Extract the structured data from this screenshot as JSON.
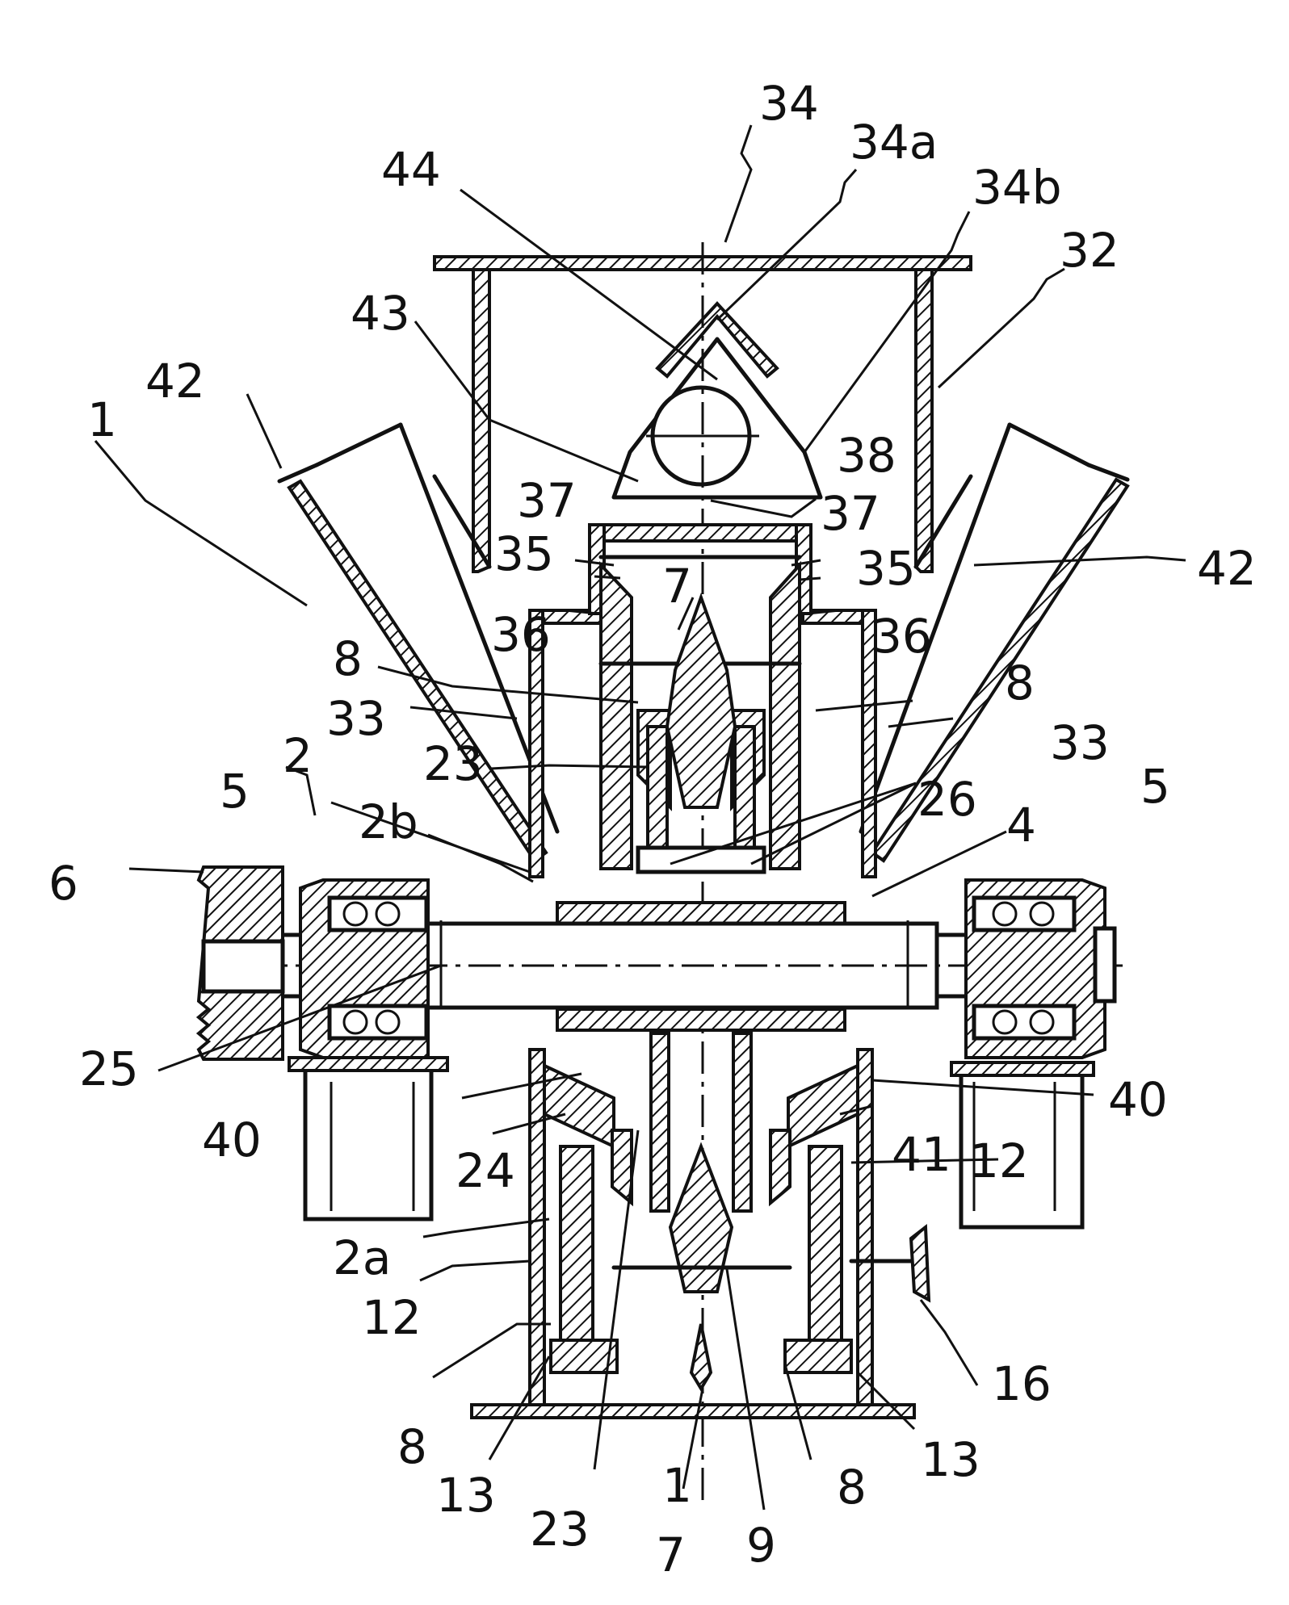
{
  "drawing": {
    "labels": [
      {
        "id": "34-top",
        "text": "34"
      },
      {
        "id": "34a",
        "text": "34a"
      },
      {
        "id": "44",
        "text": "44"
      },
      {
        "id": "34b",
        "text": "34b"
      },
      {
        "id": "32",
        "text": "32"
      },
      {
        "id": "43",
        "text": "43"
      },
      {
        "id": "42-left",
        "text": "42"
      },
      {
        "id": "1-top",
        "text": "1"
      },
      {
        "id": "38",
        "text": "38"
      },
      {
        "id": "37-left",
        "text": "37"
      },
      {
        "id": "37-right",
        "text": "37"
      },
      {
        "id": "35-left",
        "text": "35"
      },
      {
        "id": "35-right",
        "text": "35"
      },
      {
        "id": "42-right",
        "text": "42"
      },
      {
        "id": "7-upper",
        "text": "7"
      },
      {
        "id": "36-left",
        "text": "36"
      },
      {
        "id": "36-right",
        "text": "36"
      },
      {
        "id": "8-upper-left",
        "text": "8"
      },
      {
        "id": "8-upper-right",
        "text": "8"
      },
      {
        "id": "33-left",
        "text": "33"
      },
      {
        "id": "33-right",
        "text": "33"
      },
      {
        "id": "23-upper",
        "text": "23"
      },
      {
        "id": "2",
        "text": "2"
      },
      {
        "id": "5-left",
        "text": "5"
      },
      {
        "id": "5-right",
        "text": "5"
      },
      {
        "id": "26",
        "text": "26"
      },
      {
        "id": "2b",
        "text": "2b"
      },
      {
        "id": "4",
        "text": "4"
      },
      {
        "id": "6",
        "text": "6"
      },
      {
        "id": "25",
        "text": "25"
      },
      {
        "id": "40-left",
        "text": "40"
      },
      {
        "id": "40-right",
        "text": "40"
      },
      {
        "id": "24",
        "text": "24"
      },
      {
        "id": "41",
        "text": "41"
      },
      {
        "id": "12-right",
        "text": "12"
      },
      {
        "id": "2a",
        "text": "2a"
      },
      {
        "id": "12-left",
        "text": "12"
      },
      {
        "id": "16",
        "text": "16"
      },
      {
        "id": "8-lower-left",
        "text": "8"
      },
      {
        "id": "13-left",
        "text": "13"
      },
      {
        "id": "13-right",
        "text": "13"
      },
      {
        "id": "23-lower",
        "text": "23"
      },
      {
        "id": "1-bottom",
        "text": "1"
      },
      {
        "id": "8-lower-right",
        "text": "8"
      },
      {
        "id": "7-lower",
        "text": "7"
      },
      {
        "id": "9",
        "text": "9"
      }
    ]
  }
}
